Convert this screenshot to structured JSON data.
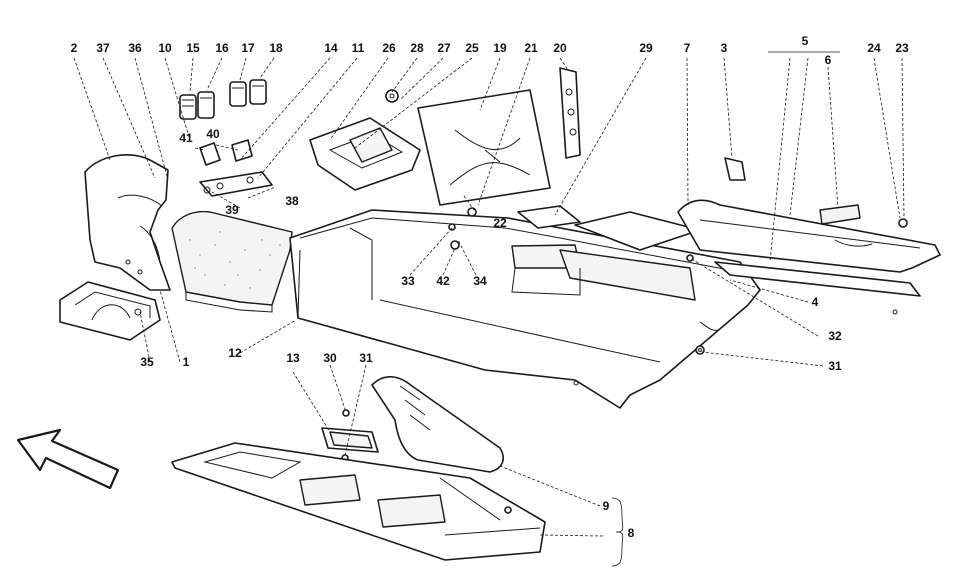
{
  "callouts": {
    "c2": "2",
    "c37": "37",
    "c36": "36",
    "c10": "10",
    "c15": "15",
    "c16": "16",
    "c17": "17",
    "c18": "18",
    "c14": "14",
    "c11": "11",
    "c26": "26",
    "c28": "28",
    "c27": "27",
    "c25": "25",
    "c19": "19",
    "c21": "21",
    "c20": "20",
    "c29": "29",
    "c7": "7",
    "c3": "3",
    "c5": "5",
    "c6": "6",
    "c24": "24",
    "c23": "23",
    "c41": "41",
    "c40": "40",
    "c38": "38",
    "c39": "39",
    "c22": "22",
    "c33": "33",
    "c42": "42",
    "c34": "34",
    "c4": "4",
    "c32": "32",
    "c31a": "31",
    "c35": "35",
    "c1": "1",
    "c12": "12",
    "c13": "13",
    "c30": "30",
    "c31b": "31",
    "c9": "9",
    "c8": "8"
  },
  "colors": {
    "line": "#1a1a1a",
    "background": "#ffffff",
    "shade": "#f4f4f4"
  },
  "icons": {
    "direction_arrow": "front-direction-arrow-icon"
  }
}
